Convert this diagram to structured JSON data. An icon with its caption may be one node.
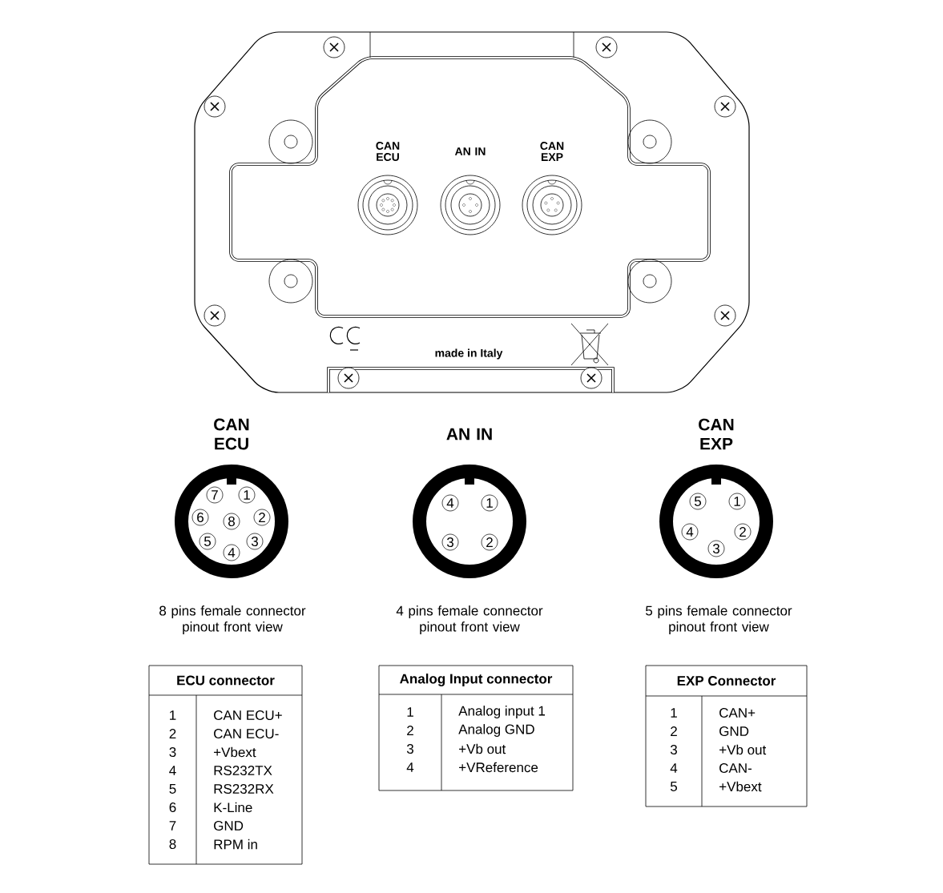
{
  "diagram": {
    "nodes": [
      {
        "text": [
          "7"
        ]
      },
      {
        "text": [
          "1"
        ]
      },
      {
        "text": [
          "6"
        ]
      },
      {
        "text": [
          "8"
        ]
      },
      {
        "text": [
          "2"
        ]
      },
      {
        "text": [
          "5"
        ]
      },
      {
        "text": [
          "3"
        ]
      },
      {
        "text": [
          "4"
        ]
      },
      {
        "text": [
          "4"
        ]
      },
      {
        "text": [
          "1"
        ]
      },
      {
        "text": [
          "3"
        ]
      },
      {
        "text": [
          "2"
        ]
      },
      {
        "text": [
          "5"
        ]
      },
      {
        "text": [
          "1"
        ]
      },
      {
        "text": [
          "4"
        ]
      },
      {
        "text": [
          "2"
        ]
      },
      {
        "text": [
          "3"
        ]
      }
    ],
    "labels": [
      "CAN ECU",
      "AN IN",
      "CAN EXP",
      "made in Italy",
      "CAN ECU",
      "AN IN",
      "CAN EXP",
      "8 pins female connector pinout front view",
      "4 pins female connector pinout front view",
      "5 pins female connector pinout front view",
      "ECU connector",
      "1",
      "CAN ECU+",
      "2",
      "CAN ECU-",
      "3",
      "+Vbext",
      "4",
      "RS232TX",
      "5",
      "RS232RX",
      "6",
      "K-Line",
      "7",
      "GND",
      "8",
      "RPM in",
      "Analog Input connector",
      "1",
      "Analog input 1",
      "2",
      "Analog GND",
      "3",
      "+Vb out",
      "4",
      "+VReference",
      "EXP Connector",
      "1",
      "CAN+",
      "2",
      "GND",
      "3",
      "+Vb out",
      "4",
      "CAN-",
      "5",
      "+Vbext"
    ]
  }
}
